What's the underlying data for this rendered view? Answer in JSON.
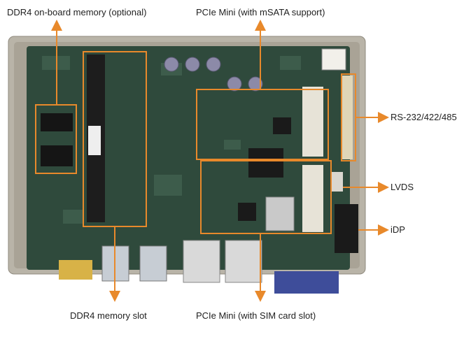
{
  "callouts": {
    "ddr4_onboard": "DDR4 on-board memory (optional)",
    "pcie_msata": "PCIe Mini (with mSATA support)",
    "rs232": "RS-232/422/485",
    "lvds": "LVDS",
    "idp": "iDP",
    "ddr4_slot": "DDR4 memory slot",
    "pcie_sim": "PCIe Mini (with SIM card slot)"
  },
  "colors": {
    "accent": "#e8892b",
    "pcb": "#2f4a3c",
    "text": "#222222"
  }
}
